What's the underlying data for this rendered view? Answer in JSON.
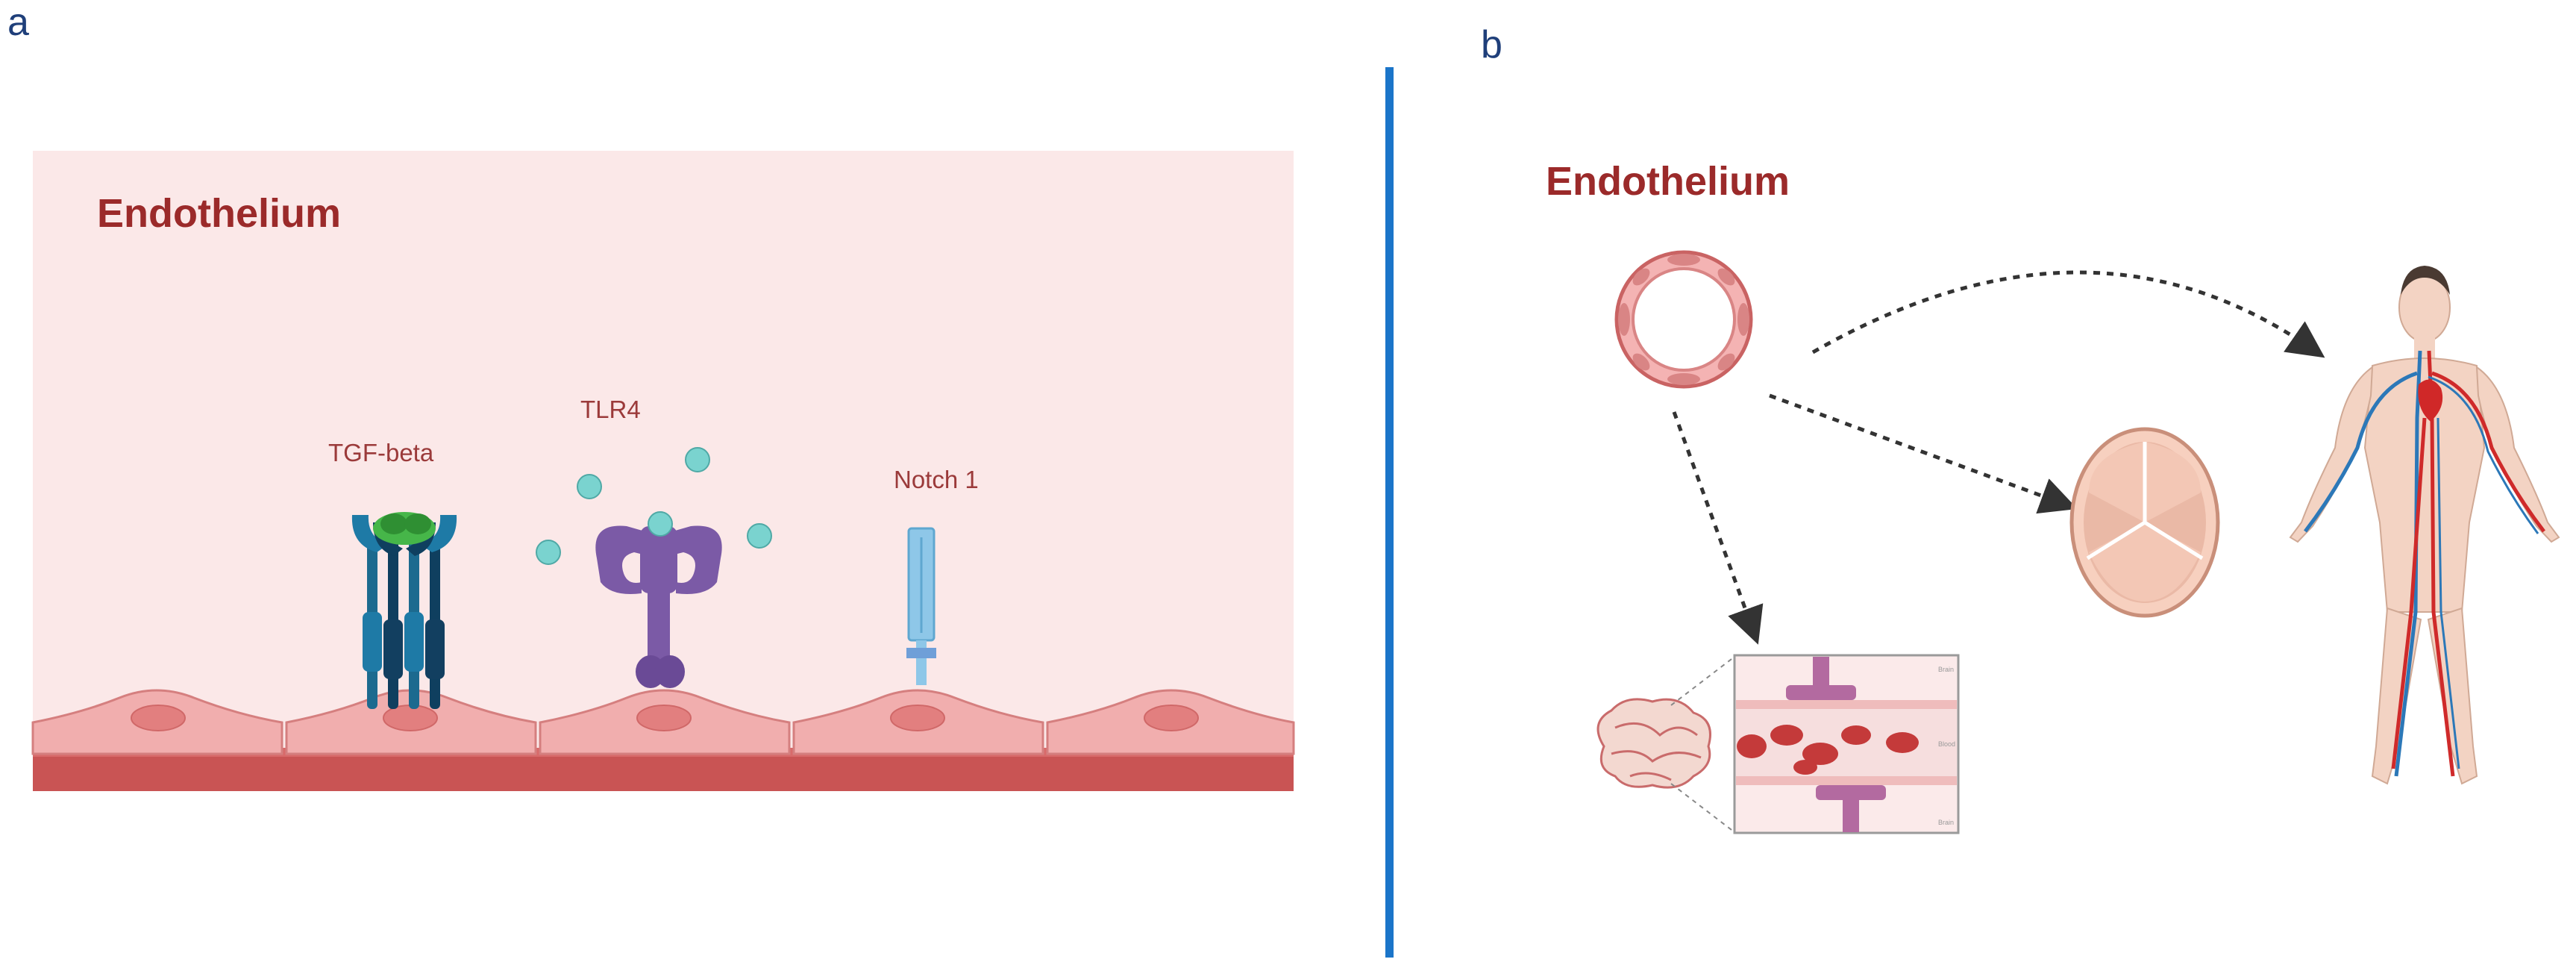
{
  "panels": {
    "a": {
      "letter": "a",
      "title": "Endothelium",
      "receptors": {
        "tgf": "TGF-beta",
        "tlr4": "TLR4",
        "notch": "Notch 1"
      }
    },
    "b": {
      "letter": "b",
      "title": "Endothelium",
      "vessel_labels": {
        "top": "Brain",
        "middle": "Blood",
        "bottom": "Brain"
      }
    }
  },
  "colors": {
    "divider": "#1b75c9",
    "title": "#9b2a2a",
    "panel_background": "#fbe8e8",
    "endothelial_cell": "#f1aeae",
    "basement": "#c95454"
  }
}
